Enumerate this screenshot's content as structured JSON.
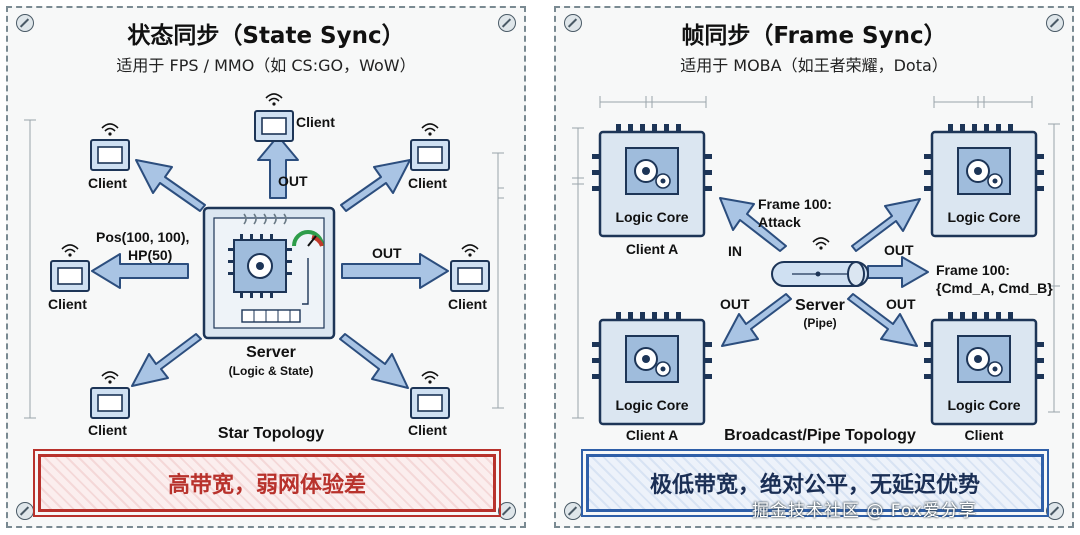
{
  "left": {
    "title": "状态同步（State Sync）",
    "subtitle": "适用于 FPS / MMO（如 CS:GO，WoW）",
    "server_label": "Server",
    "server_sub": "(Logic & State)",
    "client_label": "Client",
    "out_label": "OUT",
    "payload_line1": "Pos(100, 100),",
    "payload_line2": "HP(50)",
    "topology": "Star Topology",
    "banner": "高带宽，弱网体验差"
  },
  "right": {
    "title": "帧同步（Frame Sync）",
    "subtitle": "适用于 MOBA（如王者荣耀，Dota）",
    "server_label": "Server",
    "server_sub": "(Pipe)",
    "logic_core": "Logic Core",
    "client_a": "Client A",
    "client": "Client",
    "in_label": "IN",
    "out_label": "OUT",
    "frame_in_line1": "Frame 100:",
    "frame_in_line2": "Attack",
    "frame_out_line1": "Frame 100:",
    "frame_out_line2": "{Cmd_A, Cmd_B}",
    "topology": "Broadcast/Pipe Topology",
    "banner": "极低带宽，绝对公平，无延迟优势"
  },
  "watermark": "掘金技术社区 @ Fox爱分享",
  "colors": {
    "red": "#b8322c",
    "blue": "#2f5fa8",
    "arrow_fill": "#a9c4e4",
    "arrow_stroke": "#2c4e7e"
  }
}
